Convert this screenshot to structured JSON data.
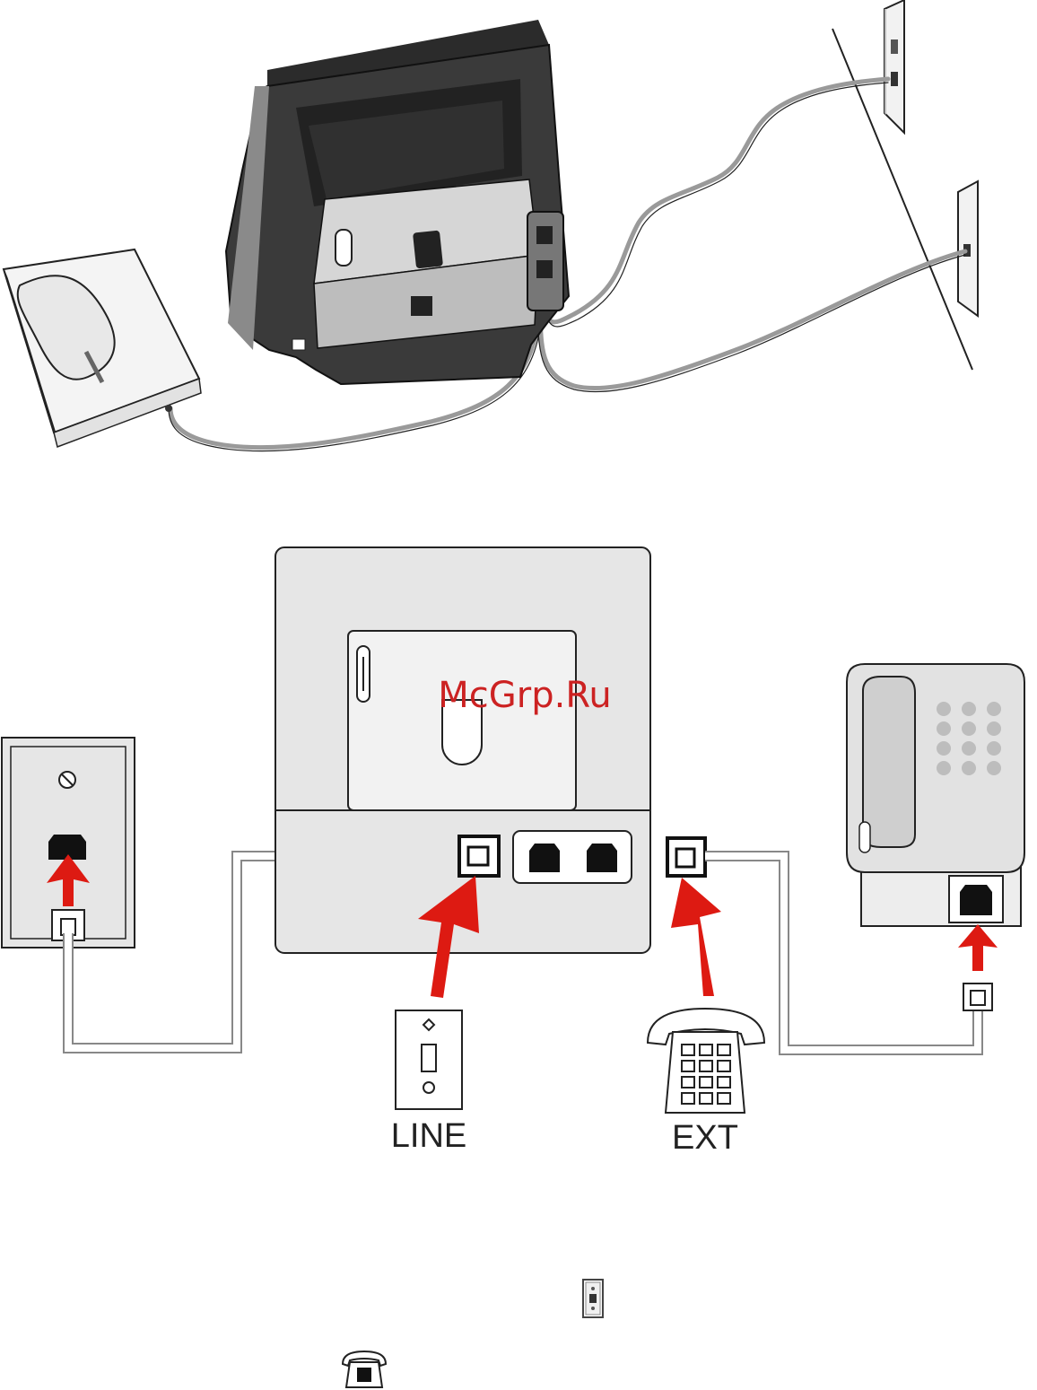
{
  "watermark": "McGrp.Ru",
  "labels": {
    "line": "LINE",
    "ext": "EXT"
  },
  "colors": {
    "arrow": "#dd1a12",
    "cable": "#9a9a9a",
    "device": "#e6e6e6",
    "outline": "#222222",
    "printer_dark": "#2e2e2e",
    "printer_panel": "#c9c9c9",
    "watermark": "#cc2222"
  },
  "icons": {
    "wall_jack": "wall-jack-icon",
    "telephone": "telephone-icon",
    "printer_rear": "printer-rear-icon",
    "answering_machine": "answering-machine-icon",
    "arrow": "red-arrow-icon"
  }
}
